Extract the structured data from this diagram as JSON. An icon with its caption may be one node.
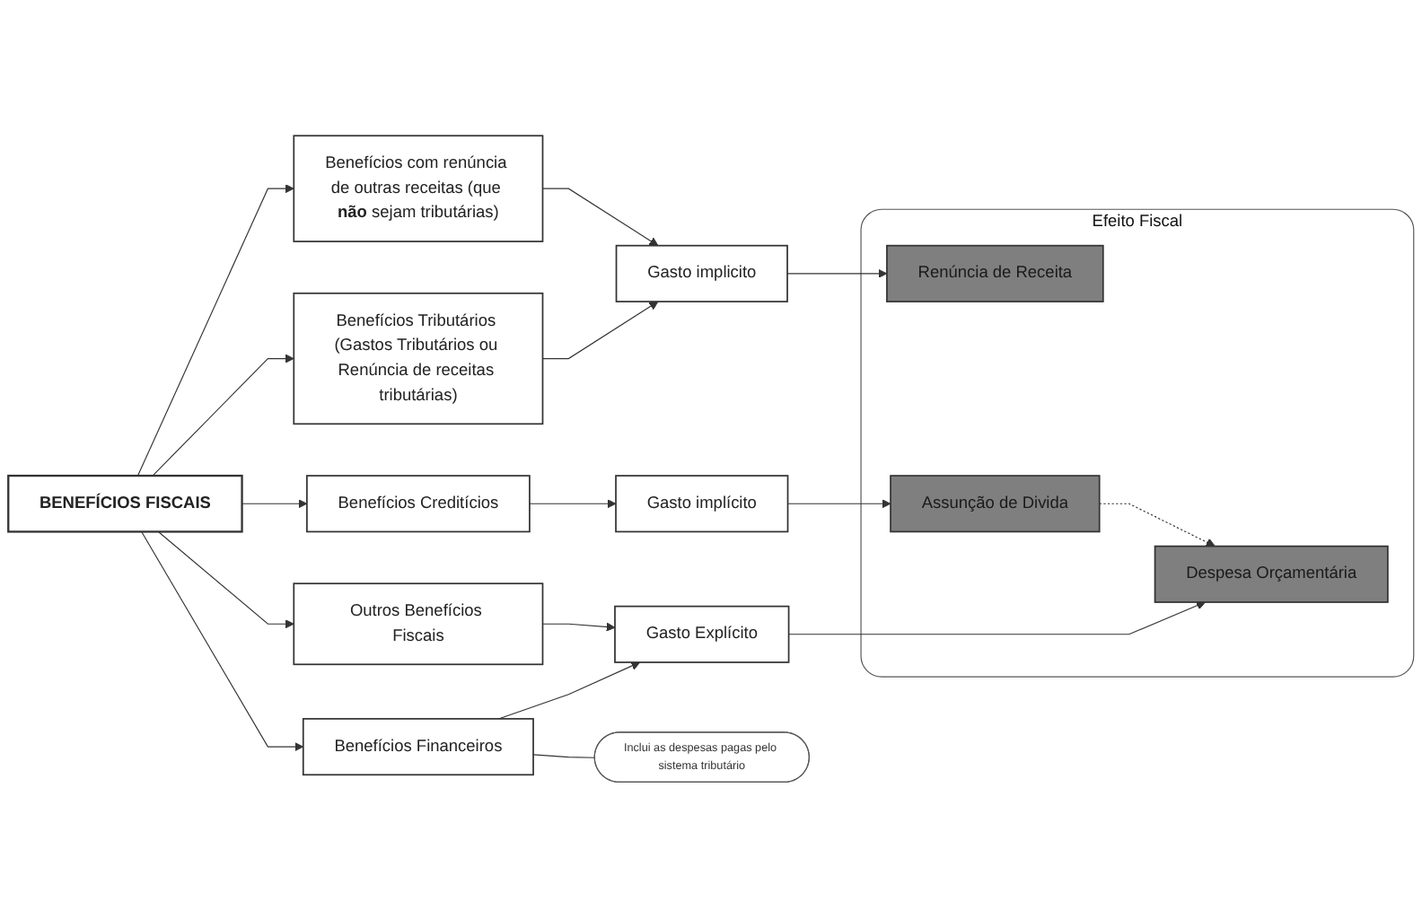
{
  "diagram": {
    "nodes": [
      {
        "text": [
          "BENEFÍCIOS FISCAIS"
        ]
      },
      {
        "text": [
          "Benefícios Tributários (Gastos Tributários ou Renúncia de receitas tributárias)"
        ]
      },
      {
        "text": [
          "Benefícios com renúncia de outras receitas (que **não** sejam tributárias)"
        ]
      },
      {
        "text": [
          "Gasto implicito"
        ]
      },
      {
        "text": [
          "Benefícios Creditícios"
        ]
      },
      {
        "text": [
          "Gasto implícito"
        ]
      },
      {
        "text": [
          "Benefícios Financeiros"
        ]
      },
      {
        "text": [
          "Gasto Explícito"
        ]
      },
      {
        "text": [
          "Outros Benefícios Fiscais"
        ]
      },
      {
        "text": [
          "Efeito Fiscal"
        ]
      },
      {
        "text": [
          "Renúncia de Receita"
        ],
        "in": 9
      },
      {
        "text": [
          "Assunção de Divida"
        ],
        "in": 9
      },
      {
        "text": [
          "Despesa Orçamentária"
        ],
        "in": 9
      },
      {
        "text": [
          "Inclui as despesas pagas pelo sistema tributário"
        ]
      }
    ],
    "edges": [
      {
        "from": 0,
        "to": 1,
        "arrow": "to"
      },
      {
        "from": 0,
        "to": 2,
        "arrow": "to"
      },
      {
        "from": 0,
        "to": 4,
        "arrow": "to"
      },
      {
        "from": 0,
        "to": 6,
        "arrow": "to"
      },
      {
        "from": 0,
        "to": 8,
        "arrow": "to"
      },
      {
        "from": 1,
        "to": 3,
        "arrow": "to"
      },
      {
        "from": 2,
        "to": 3,
        "arrow": "to"
      },
      {
        "from": 4,
        "to": 5,
        "arrow": "to"
      },
      {
        "from": 6,
        "to": 7,
        "arrow": "to"
      },
      {
        "from": 8,
        "to": 7,
        "arrow": "to"
      },
      {
        "from": 3,
        "to": 10,
        "arrow": "to"
      },
      {
        "from": 5,
        "to": 11,
        "arrow": "to"
      },
      {
        "from": 7,
        "to": 12,
        "arrow": "to"
      },
      {
        "from": 11,
        "to": 12,
        "arrow": "to",
        "style": "dashed"
      },
      {
        "from": 6,
        "to": 13,
        "arrow": "none"
      }
    ]
  }
}
